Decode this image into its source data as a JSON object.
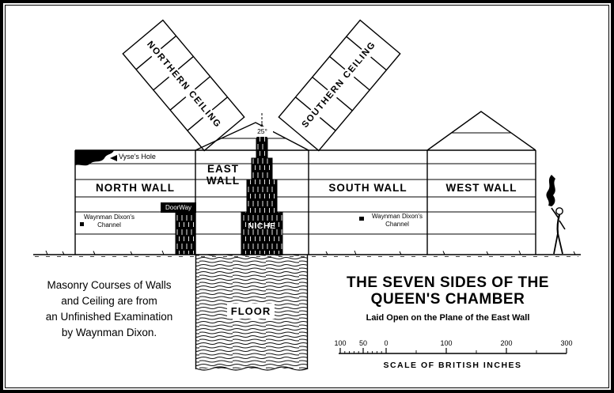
{
  "labels": {
    "northern_ceiling": "NORTHERN CEILING",
    "southern_ceiling": "SOUTHERN CEILING",
    "north_wall": "NORTH WALL",
    "east_wall_line1": "EAST",
    "east_wall_line2": "WALL",
    "south_wall": "SOUTH WALL",
    "west_wall": "WEST WALL",
    "niche": "NICHE",
    "floor": "FLOOR",
    "doorway": "DoorWay",
    "vyses_hole": "Vyse's Hole",
    "angle": "25°",
    "channel_north_line1": "Waynman Dixon's",
    "channel_north_line2": "Channel",
    "channel_south_line1": "Waynman Dixon's",
    "channel_south_line2": "Channel"
  },
  "note": {
    "line1": "Masonry Courses of Walls",
    "line2": "and Ceiling are from",
    "line3": "an Unfinished Examination",
    "line4": "by Waynman Dixon."
  },
  "title": {
    "line1": "THE SEVEN SIDES OF THE",
    "line2": "QUEEN'S CHAMBER",
    "subtitle": "Laid Open on the Plane of the East Wall"
  },
  "scale": {
    "ticks": [
      "100",
      "50",
      "0",
      "100",
      "200",
      "300"
    ],
    "caption": "SCALE OF BRITISH INCHES"
  },
  "colors": {
    "ink": "#000000",
    "paper": "#ffffff"
  }
}
